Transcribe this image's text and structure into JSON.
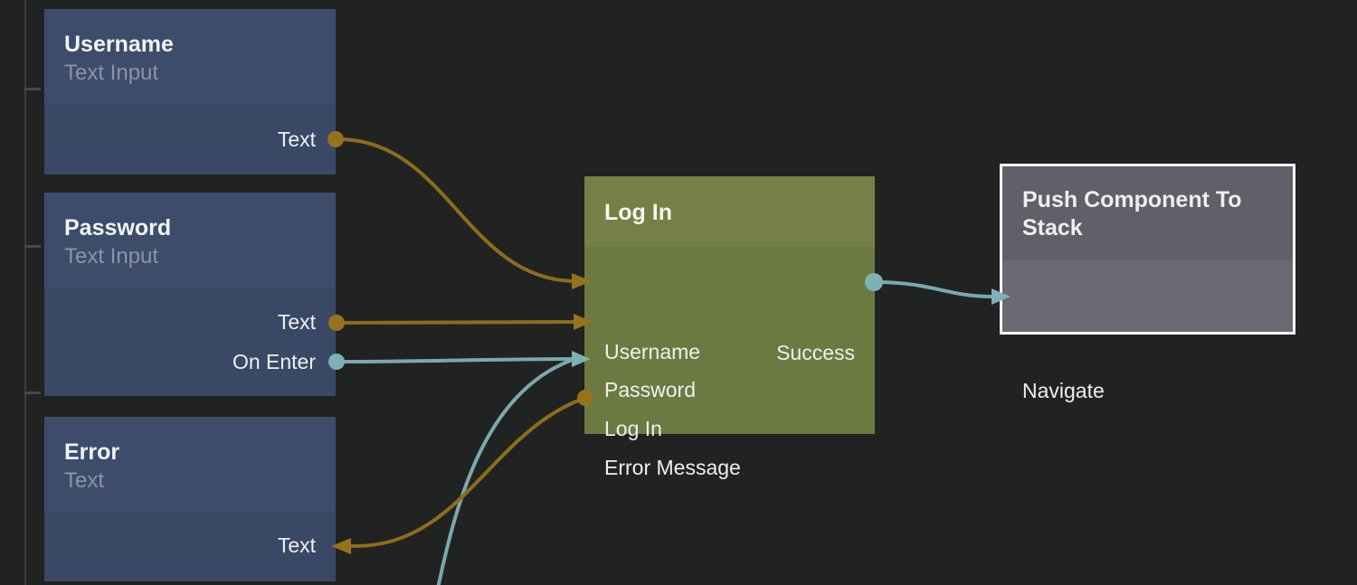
{
  "colors": {
    "background": "#212222",
    "wire_gold": "#8d6c1c",
    "wire_teal": "#7aa9ad",
    "endpoint_gold": "#95731d",
    "endpoint_teal": "#7db1b5",
    "node_blue_header": "#3d4c6b",
    "node_blue_body": "#394865",
    "node_green_header": "#748046",
    "node_green_body": "#6c7940",
    "node_gray_header": "#5f6068",
    "node_gray_body": "#696a71",
    "selection_border": "#ffffff"
  },
  "nodes": {
    "username": {
      "title": "Username",
      "subtitle": "Text Input",
      "ports": {
        "text": "Text"
      }
    },
    "password": {
      "title": "Password",
      "subtitle": "Text Input",
      "ports": {
        "text": "Text",
        "on_enter": "On Enter"
      }
    },
    "error": {
      "title": "Error",
      "subtitle": "Text",
      "ports": {
        "text": "Text"
      }
    },
    "login": {
      "title": "Log In",
      "ports": {
        "username": "Username",
        "password": "Password",
        "login": "Log In",
        "error_message": "Error Message",
        "success": "Success"
      }
    },
    "push_component": {
      "title": "Push Component To Stack",
      "ports": {
        "navigate": "Navigate"
      }
    }
  },
  "connections": [
    {
      "from": "Username / Text",
      "to": "Log In / Username",
      "kind": "data"
    },
    {
      "from": "Password / Text",
      "to": "Log In / Password",
      "kind": "data"
    },
    {
      "from": "Password / On Enter",
      "to": "Log In / Log In",
      "kind": "signal"
    },
    {
      "from": "offscreen-bottom",
      "to": "Log In / Log In",
      "kind": "signal"
    },
    {
      "from": "Log In / Error Message",
      "to": "Error / Text",
      "kind": "data"
    },
    {
      "from": "Log In / Success",
      "to": "Push Component To Stack / Navigate",
      "kind": "signal"
    }
  ]
}
